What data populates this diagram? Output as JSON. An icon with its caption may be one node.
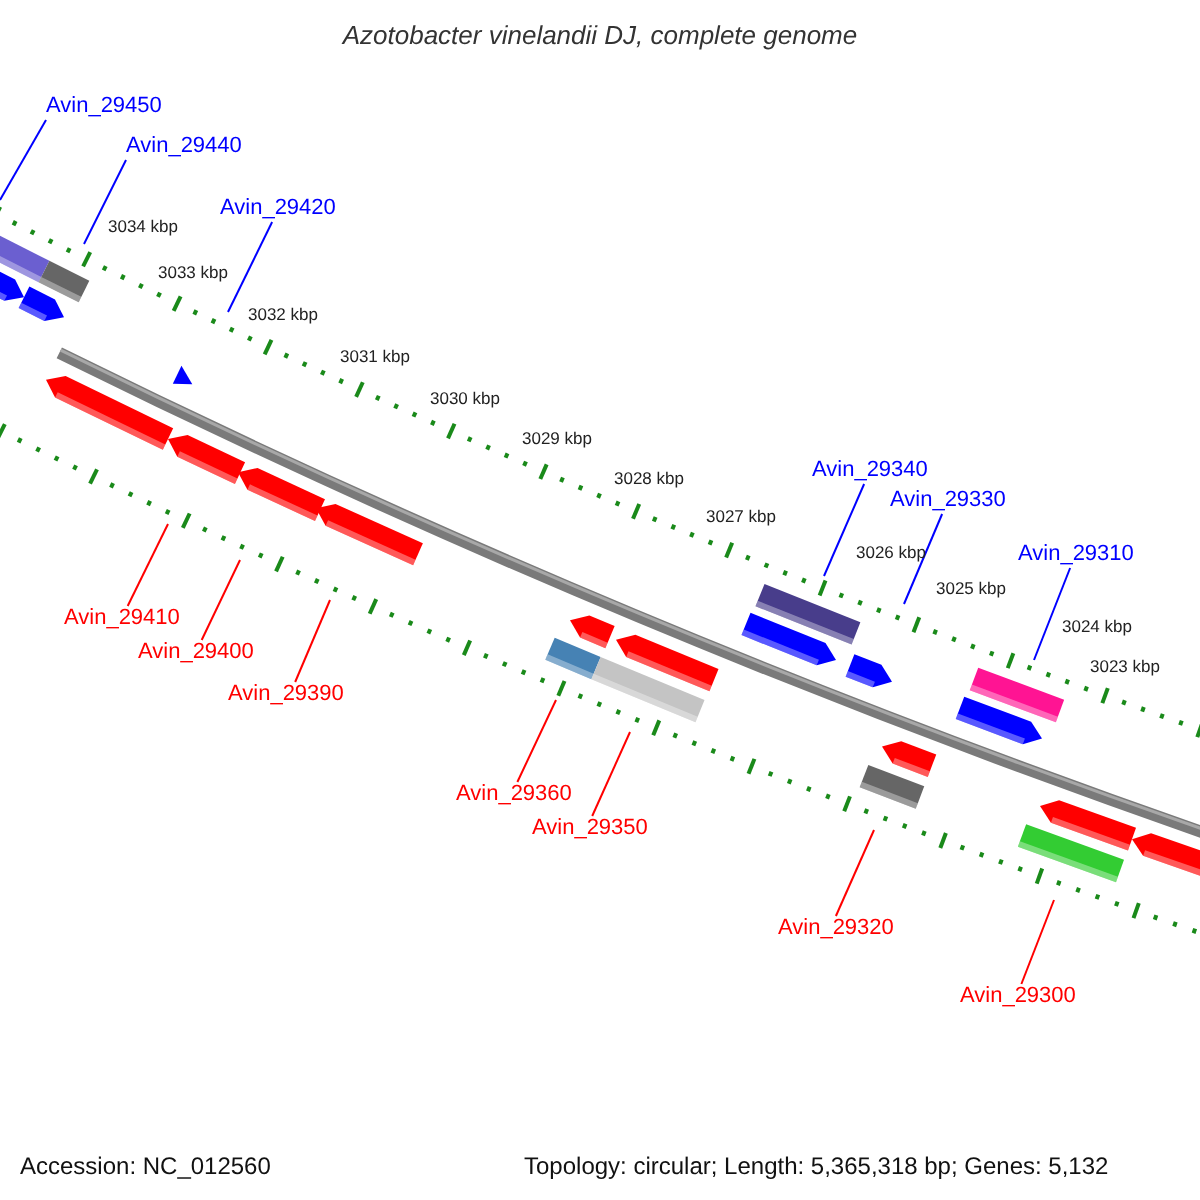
{
  "diagram": {
    "title": "Azotobacter vinelandii DJ, complete genome",
    "nodes": [
      {
        "text": [
          "Avin_29450"
        ]
      },
      {
        "text": [
          "Avin_29440"
        ]
      },
      {
        "text": [
          "Avin_29420"
        ]
      },
      {
        "text": [
          "Avin_29340"
        ]
      },
      {
        "text": [
          "Avin_29330"
        ]
      },
      {
        "text": [
          "Avin_29310"
        ]
      },
      {
        "text": [
          "Avin_29410"
        ]
      },
      {
        "text": [
          "Avin_29400"
        ]
      },
      {
        "text": [
          "Avin_29390"
        ]
      },
      {
        "text": [
          "Avin_29360"
        ]
      },
      {
        "text": [
          "Avin_29350"
        ]
      },
      {
        "text": [
          "Avin_29320"
        ]
      },
      {
        "text": [
          "Avin_29300"
        ]
      }
    ],
    "edges": [
      {
        "from": 0,
        "to": null,
        "arrow": "none",
        "color": "#0000ff"
      },
      {
        "from": 1,
        "to": null,
        "arrow": "none",
        "color": "#0000ff"
      },
      {
        "from": 2,
        "to": null,
        "arrow": "none",
        "color": "#0000ff"
      },
      {
        "from": 3,
        "to": null,
        "arrow": "none",
        "color": "#0000ff"
      },
      {
        "from": 4,
        "to": null,
        "arrow": "none",
        "color": "#0000ff"
      },
      {
        "from": 5,
        "to": null,
        "arrow": "none",
        "color": "#0000ff"
      },
      {
        "from": 6,
        "to": null,
        "arrow": "none"
      },
      {
        "from": 7,
        "to": null,
        "arrow": "none"
      },
      {
        "from": 8,
        "to": null,
        "arrow": "none"
      },
      {
        "from": 9,
        "to": null,
        "arrow": "none"
      },
      {
        "from": 10,
        "to": null,
        "arrow": "none"
      },
      {
        "from": 11,
        "to": null,
        "arrow": "none"
      },
      {
        "from": 12,
        "to": null,
        "arrow": "none"
      }
    ],
    "labels": [
      "3034 kbp",
      "3033 kbp",
      "3032 kbp",
      "3031 kbp",
      "3030 kbp",
      "3029 kbp",
      "3028 kbp",
      "3027 kbp",
      "3026 kbp",
      "3025 kbp",
      "3024 kbp",
      "3023 kbp",
      "Accession: NC_012560",
      "Topology: circular; Length: 5,365,318 bp; Genes: 5,132"
    ]
  }
}
